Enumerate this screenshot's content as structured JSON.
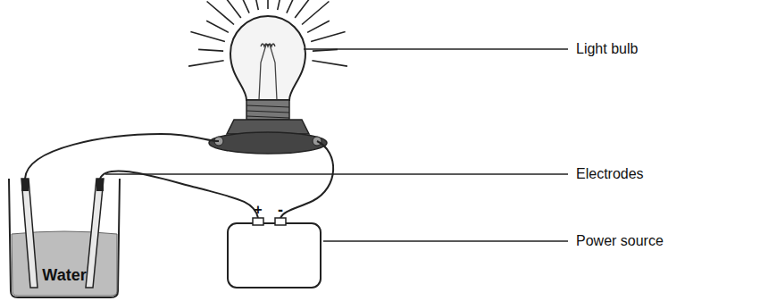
{
  "diagram": {
    "labels": [
      "Light bulb",
      "Electrodes",
      "Power source",
      "Water",
      "+",
      "-"
    ]
  }
}
